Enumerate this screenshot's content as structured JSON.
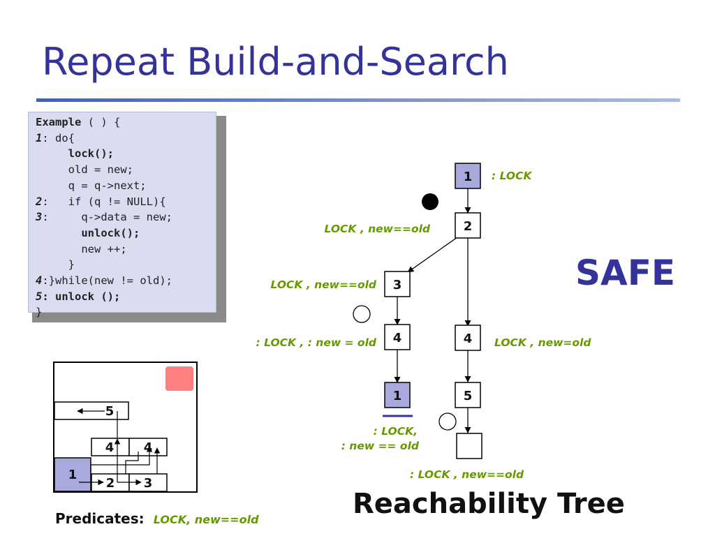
{
  "slide": {
    "title": "Repeat Build-and-Search"
  },
  "code": {
    "lines": [
      {
        "num": "",
        "parts": [
          {
            "t": "Example",
            "b": true
          },
          {
            "t": " ( ) {",
            "b": false
          }
        ]
      },
      {
        "num": "1",
        "parts": [
          {
            "t": ": do{",
            "b": false
          }
        ]
      },
      {
        "num": "",
        "parts": [
          {
            "t": "     ",
            "b": false
          },
          {
            "t": "lock();",
            "b": true
          }
        ]
      },
      {
        "num": "",
        "parts": [
          {
            "t": "     old = new;",
            "b": false
          }
        ]
      },
      {
        "num": "",
        "parts": [
          {
            "t": "     q = q->next;",
            "b": false
          }
        ]
      },
      {
        "num": "2",
        "parts": [
          {
            "t": ":   if (q != NULL){",
            "b": false
          }
        ]
      },
      {
        "num": "3",
        "parts": [
          {
            "t": ":     q->data = new;",
            "b": false
          }
        ]
      },
      {
        "num": "",
        "parts": [
          {
            "t": "       ",
            "b": false
          },
          {
            "t": "unlock();",
            "b": true
          }
        ]
      },
      {
        "num": "",
        "parts": [
          {
            "t": "       new ++;",
            "b": false
          }
        ]
      },
      {
        "num": "",
        "parts": [
          {
            "t": "     }",
            "b": false
          }
        ]
      },
      {
        "num": "4",
        "parts": [
          {
            "t": ":}while(new != old);",
            "b": false
          }
        ]
      },
      {
        "num": "5",
        "parts": [
          {
            "t": ": ",
            "b": true
          },
          {
            "t": "unlock ();",
            "b": true
          }
        ]
      },
      {
        "num": "",
        "parts": [
          {
            "t": "}",
            "b": false
          }
        ]
      }
    ]
  },
  "tree": {
    "nodes": [
      {
        "id": "n1",
        "label": "1",
        "highlight": true
      },
      {
        "id": "n2",
        "label": "2",
        "highlight": false
      },
      {
        "id": "n3",
        "label": "3",
        "highlight": false
      },
      {
        "id": "n4a",
        "label": "4",
        "highlight": false
      },
      {
        "id": "n4b",
        "label": "4",
        "highlight": false
      },
      {
        "id": "n1b",
        "label": "1",
        "highlight": true
      },
      {
        "id": "n5",
        "label": "5",
        "highlight": false
      },
      {
        "id": "nempty",
        "label": "",
        "highlight": false
      }
    ],
    "labels": {
      "n1": ": LOCK",
      "n2": "LOCK , new==old",
      "n3": "LOCK , new==old",
      "n4a": ": LOCK , : new = old",
      "n4b": "LOCK , new=old",
      "n1b_line1": ": LOCK,",
      "n1b_line2": ": new == old",
      "nempty": ": LOCK , new==old"
    }
  },
  "cfa": {
    "nodes": [
      {
        "id": "c5",
        "label": "5"
      },
      {
        "id": "c4a",
        "label": "4"
      },
      {
        "id": "c4b",
        "label": "4"
      },
      {
        "id": "c1",
        "label": "1"
      },
      {
        "id": "c2",
        "label": "2"
      },
      {
        "id": "c3",
        "label": "3"
      }
    ]
  },
  "status": {
    "verdict": "SAFE"
  },
  "section": {
    "title": "Reachability Tree"
  },
  "predicates": {
    "label": "Predicates:",
    "value": "LOCK, new==old"
  },
  "colors": {
    "title": "#333399",
    "label_green": "#669900",
    "node_highlight": "#a9a9dd",
    "code_bg": "#dadcf0",
    "error_block": "#ff7f7f"
  }
}
